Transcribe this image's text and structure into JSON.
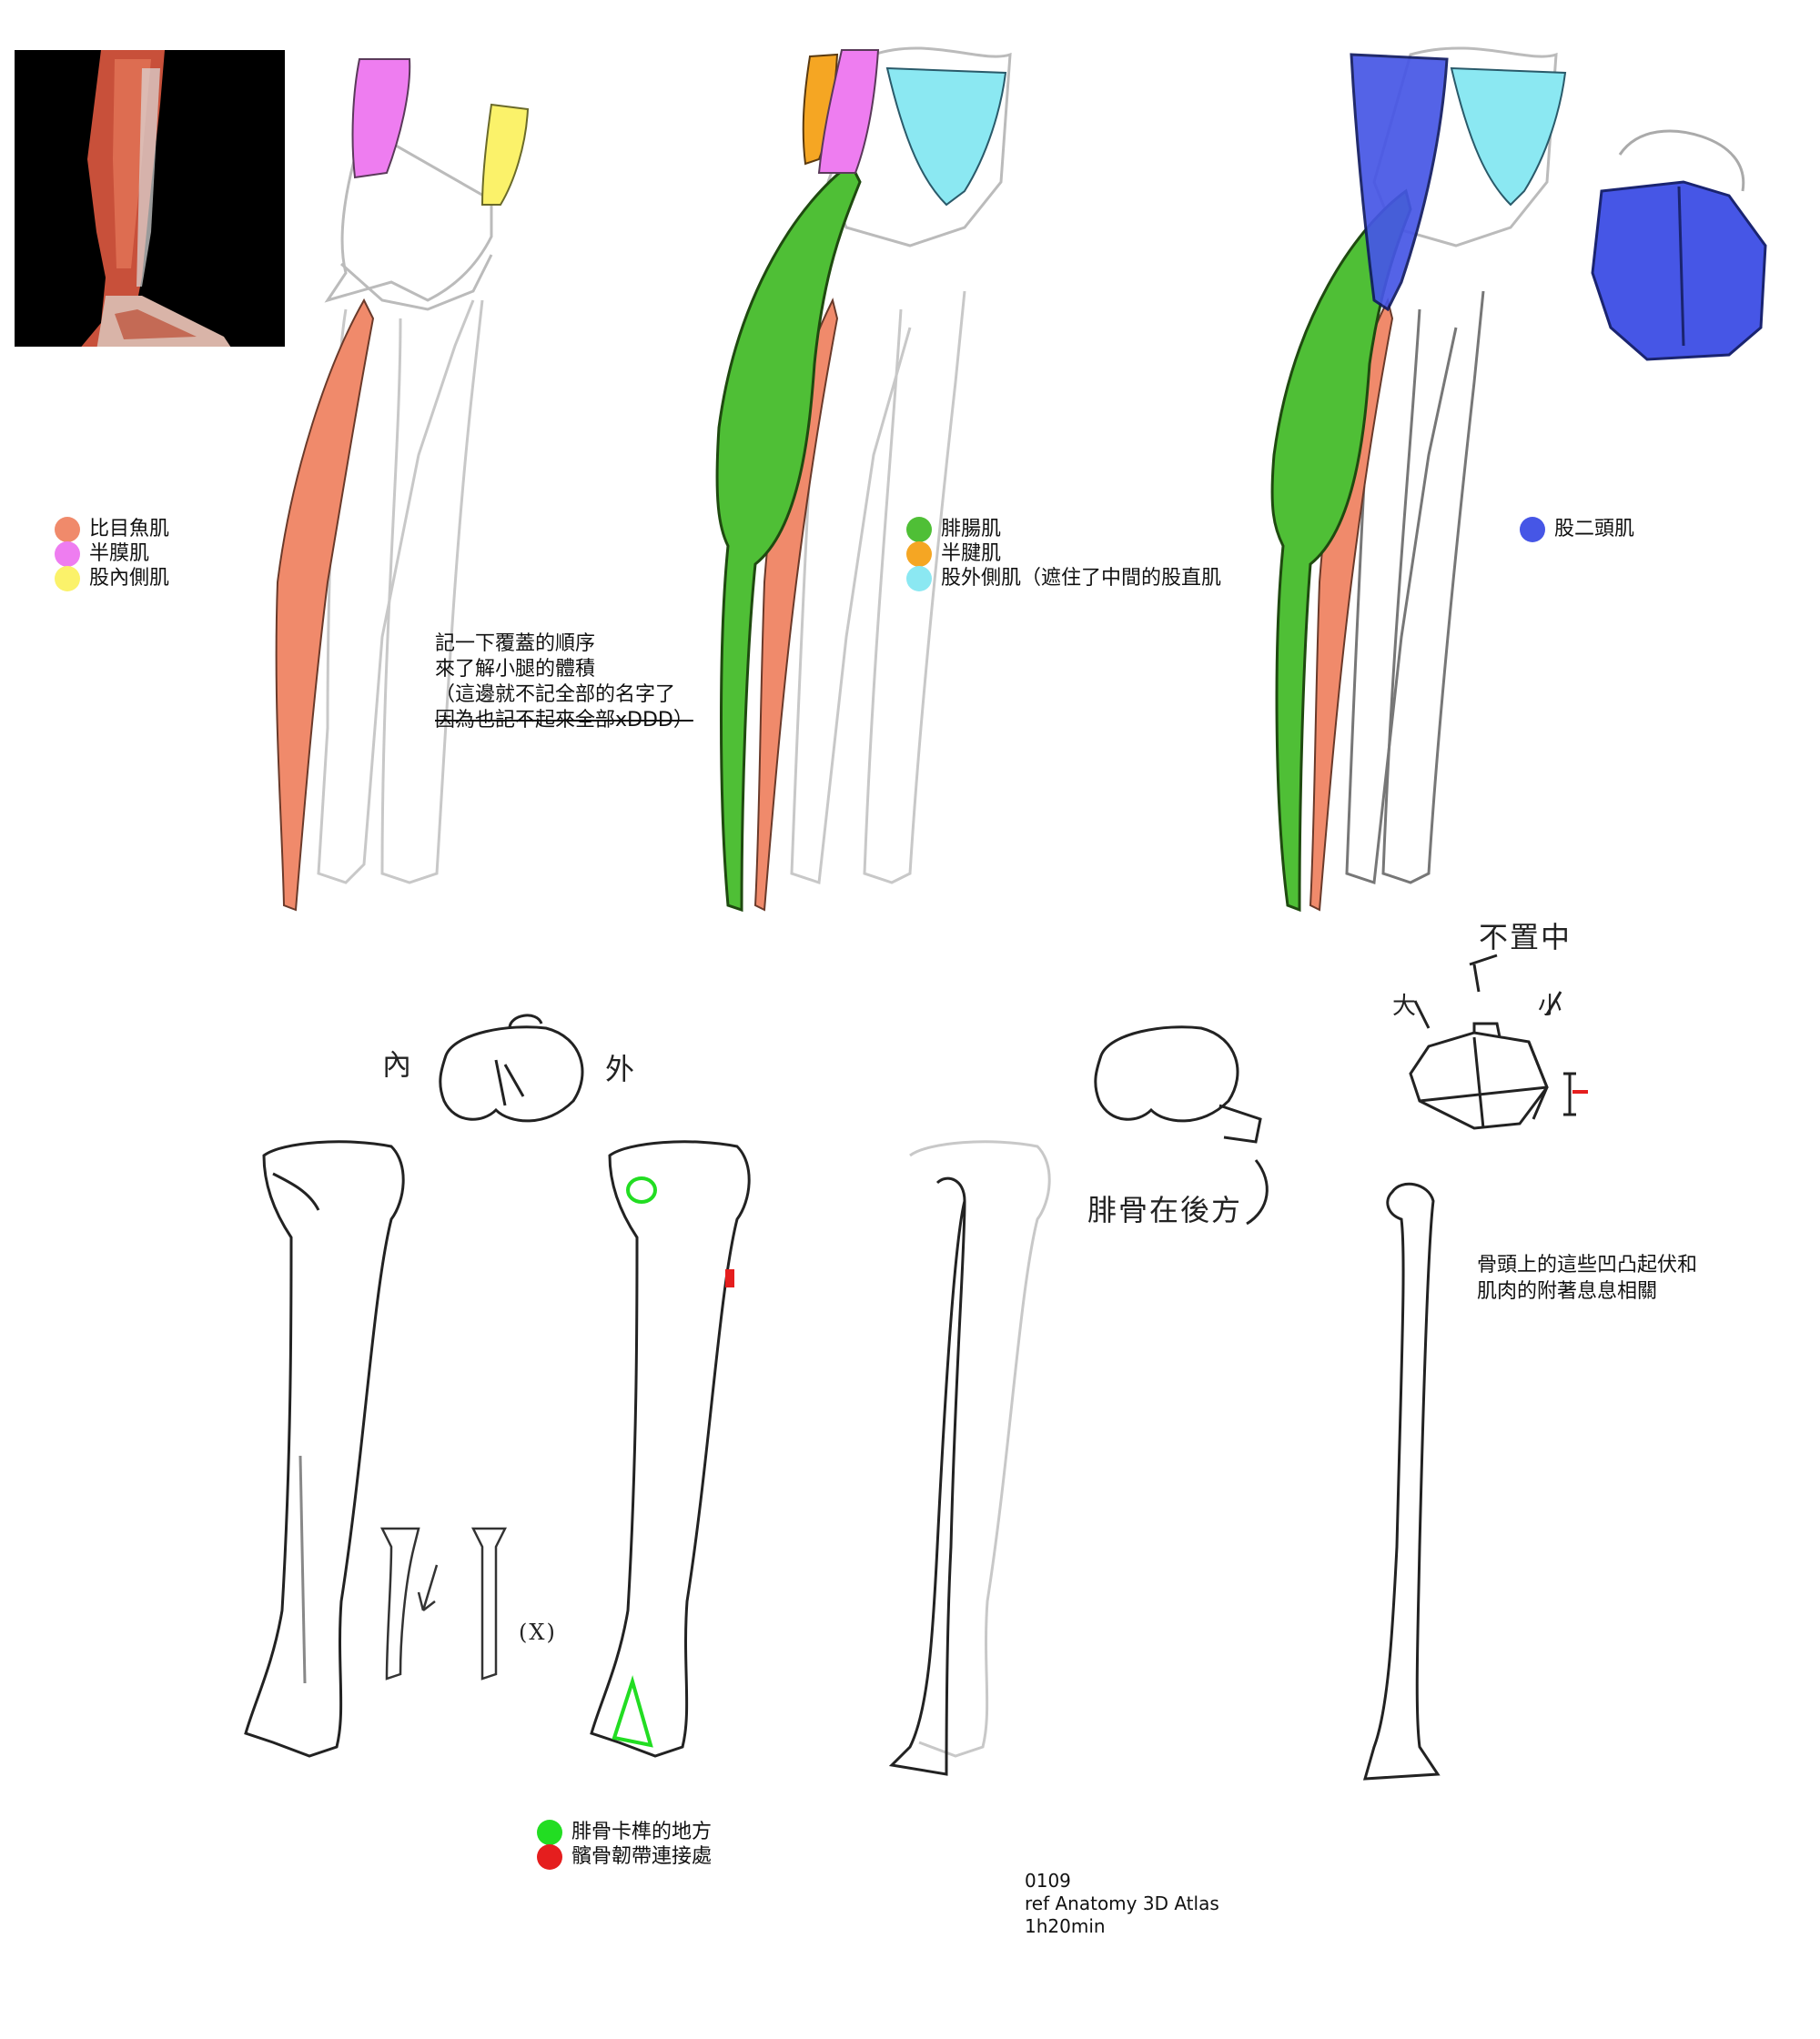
{
  "legend1": {
    "items": [
      {
        "label": "比目魚肌",
        "color": "#f08a6b"
      },
      {
        "label": "半膜肌",
        "color": "#ee7df0"
      },
      {
        "label": "股內側肌",
        "color": "#fbf26a"
      }
    ]
  },
  "legend2": {
    "items": [
      {
        "label": "腓腸肌",
        "color": "#4fbf36"
      },
      {
        "label": "半腱肌",
        "color": "#f5a623"
      },
      {
        "label": "股外側肌（遮住了中間的股直肌",
        "color": "#8be8f2"
      }
    ]
  },
  "legend3": {
    "items": [
      {
        "label": "股二頭肌",
        "color": "#4656e6"
      }
    ]
  },
  "note1": {
    "line1": "記一下覆蓋的順序",
    "line2": "來了解小腿的體積",
    "line3": "（這邊就不記全部的名字了",
    "line4": "因為也記不起來全部xDDD）"
  },
  "handwriting": {
    "inner": "內",
    "outer": "外",
    "not_centered": "不置中",
    "big": "大",
    "small": "小",
    "fibula_behind": "腓骨在後方",
    "wrong_mark": "(X)"
  },
  "note2": {
    "line1": "骨頭上的這些凹凸起伏和",
    "line2": "肌肉的附著息息相關"
  },
  "legend4": {
    "items": [
      {
        "label": "腓骨卡榫的地方",
        "color": "#22dd22"
      },
      {
        "label": "髕骨韌帶連接處",
        "color": "#e51e1e"
      }
    ]
  },
  "credits": {
    "line1": "0109",
    "line2": "ref Anatomy 3D Atlas",
    "line3": "1h20min"
  },
  "colors": {
    "soleus": "#f08a6b",
    "semimembranosus": "#ee7df0",
    "vastus_medialis": "#fbf26a",
    "gastrocnemius": "#4fbf36",
    "semitendinosus": "#f5a623",
    "vastus_lateralis": "#8be8f2",
    "biceps_femoris": "#4656e6",
    "fibula_joint": "#22dd22",
    "patellar_ligament": "#e51e1e"
  }
}
